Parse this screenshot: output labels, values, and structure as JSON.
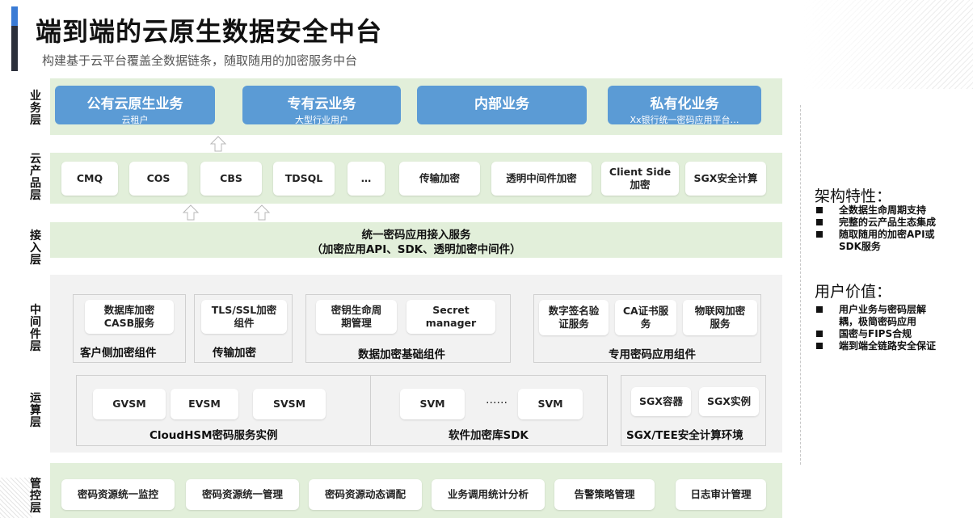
{
  "title": "端到端的云原生数据安全中台",
  "subtitle": "构建基于云平台覆盖全数据链条，随取随用的加密服务中台",
  "layers": {
    "business": "业务层",
    "product": "云产品层",
    "access": "接入层",
    "middleware": "中间件层",
    "compute": "运算层",
    "management": "管控层"
  },
  "business_services": [
    {
      "title": "公有云原生业务",
      "subtitle": "云租户"
    },
    {
      "title": "专有云业务",
      "subtitle": "大型行业用户"
    },
    {
      "title": "内部业务",
      "subtitle": ""
    },
    {
      "title": "私有化业务",
      "subtitle": "Xx银行统一密码应用平台…"
    }
  ],
  "cloud_products": [
    "CMQ",
    "COS",
    "CBS",
    "TDSQL",
    "…",
    "传输加密",
    "透明中间件加密",
    "Client Side\n加密",
    "SGX安全计算"
  ],
  "access": {
    "line1": "统一密码应用接入服务",
    "line2": "（加密应用API、SDK、透明加密中间件）"
  },
  "middleware": {
    "client": {
      "items": [
        "数据库加密\nCASB服务"
      ],
      "label": "客户侧加密组件"
    },
    "transport": {
      "items": [
        "TLS/SSL加密\n组件"
      ],
      "label": "传输加密"
    },
    "data": {
      "items": [
        "密钥生命周\n期管理",
        "Secret\nmanager"
      ],
      "label": "数据加密基础组件"
    },
    "special": {
      "items": [
        "数字签名验\n证服务",
        "CA证书服\n务",
        "物联网加密\n服务"
      ],
      "label": "专用密码应用组件"
    }
  },
  "compute": {
    "hsm": {
      "items": [
        "GVSM",
        "EVSM",
        "SVSM"
      ],
      "label": "CloudHSM密码服务实例"
    },
    "sdk": {
      "items": [
        "SVM",
        "……",
        "SVM"
      ],
      "label": "软件加密库SDK"
    },
    "sgx": {
      "items": [
        "SGX容器",
        "SGX实例"
      ],
      "label": "SGX/TEE安全计算环境"
    }
  },
  "management": [
    "密码资源统一监控",
    "密码资源统一管理",
    "密码资源动态调配",
    "业务调用统计分析",
    "告警策略管理",
    "日志审计管理"
  ],
  "features": {
    "title": "架构特性：",
    "items": [
      "全数据生命周期支持",
      "完整的云产品生态集成",
      "随取随用的加密API或\nSDK服务"
    ]
  },
  "values": {
    "title": "用户价值：",
    "items": [
      "用户业务与密码层解\n耦，极简密码应用",
      "国密与FIPS合规",
      "端到端全链路安全保证"
    ]
  },
  "colors": {
    "accent": "#5b9bd5",
    "green_band": "#e2efda",
    "gray_band": "#f2f2f2"
  }
}
